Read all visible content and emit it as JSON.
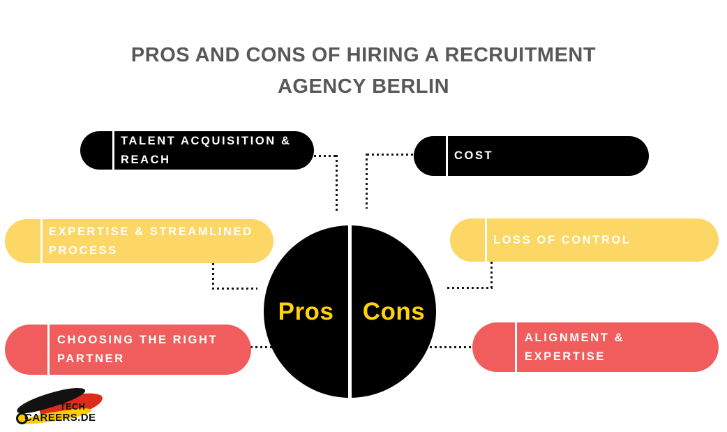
{
  "title": "PROS AND CONS OF HIRING A RECRUITMENT AGENCY BERLIN",
  "center": {
    "left_label": "Pros",
    "right_label": "Cons"
  },
  "pros_items": [
    {
      "label": "TALENT ACQUISITION & REACH",
      "color": "#000000"
    },
    {
      "label": "EXPERTISE & STREAMLINED PROCESS",
      "color": "#FCD765"
    },
    {
      "label": "CHOOSING THE RIGHT PARTNER",
      "color": "#F15D5D"
    }
  ],
  "cons_items": [
    {
      "label": "COST",
      "color": "#000000"
    },
    {
      "label": "LOSS OF CONTROL",
      "color": "#FCD765"
    },
    {
      "label": "ALIGNMENT & EXPERTISE",
      "color": "#F15D5D"
    }
  ],
  "logo": {
    "line1": "TECH",
    "line2": "CAREERS.DE",
    "colors": {
      "black": "#121212",
      "red": "#DD2B1C",
      "yellow": "#FFCC00"
    }
  },
  "colors": {
    "title": "#58585A",
    "circle_bg": "#000000",
    "gold_label": "#FFD20A",
    "pill_text": "#FFFFFF",
    "connector": "#161616",
    "background": "#FFFFFF"
  }
}
